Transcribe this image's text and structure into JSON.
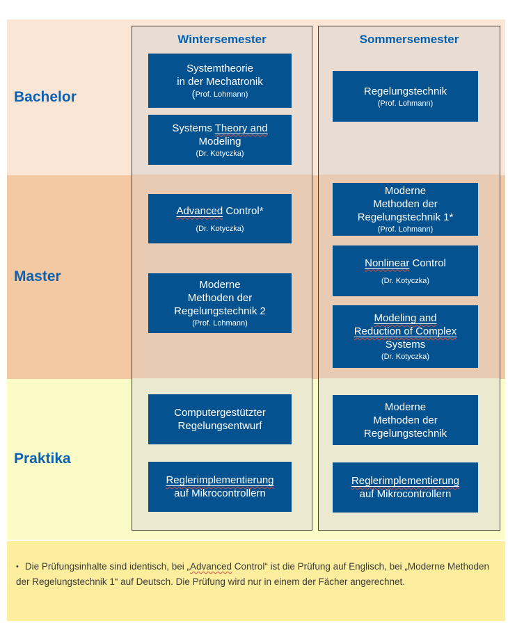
{
  "palette": {
    "course_box_blue": "#04528f",
    "heading_blue": "#0060b2",
    "row_label_blue": "#0b62b4",
    "band_bachelor": "#fbe5d5",
    "band_master": "#f3c9a4",
    "band_praktika": "#fafbc6",
    "column_tint_bachelor": "#e9dcd3",
    "column_tint_master": "#e9cab3",
    "column_tint_praktika": "#ebead1",
    "note_yellow": "#fdee9e",
    "column_border": "#474038",
    "spellcheck_red": "#d94f3f",
    "course_text": "#ffffff"
  },
  "rows": {
    "bachelor": {
      "label": "Bachelor"
    },
    "master": {
      "label": "Master"
    },
    "praktika": {
      "label": "Praktika"
    }
  },
  "columns": {
    "winter": {
      "header": "Wintersemester"
    },
    "summer": {
      "header": "Sommersemester"
    }
  },
  "courses": [
    {
      "id": "w1",
      "semester": "Wintersemester",
      "row": "Bachelor",
      "lines": [
        [
          {
            "t": "Systemtheorie"
          }
        ],
        [
          {
            "t": "in der Mechatronik"
          }
        ]
      ],
      "sub": "(Prof. Lohmann)",
      "sub_big_paren": true
    },
    {
      "id": "w2",
      "semester": "Wintersemester",
      "row": "Bachelor",
      "lines": [
        [
          {
            "t": "Systems "
          },
          {
            "t": "Theory and",
            "u": true
          }
        ],
        [
          {
            "t": "Modeling"
          }
        ]
      ],
      "sub": "(Dr. Kotyczka)"
    },
    {
      "id": "w3",
      "semester": "Wintersemester",
      "row": "Master",
      "lines": [
        [
          {
            "t": "Advanced",
            "u": true
          },
          {
            "t": " Control*"
          }
        ]
      ],
      "sub": "(Dr. Kotyczka)",
      "sub_gap": true
    },
    {
      "id": "w4",
      "semester": "Wintersemester",
      "row": "Master",
      "lines": [
        [
          {
            "t": "Moderne"
          }
        ],
        [
          {
            "t": "Methoden der"
          }
        ],
        [
          {
            "t": "Regelungstechnik 2"
          }
        ]
      ],
      "sub": "(Prof. Lohmann)"
    },
    {
      "id": "w5",
      "semester": "Wintersemester",
      "row": "Praktika",
      "lines": [
        [
          {
            "t": "Computergestützter"
          }
        ],
        [
          {
            "t": "Regelungsentwurf"
          }
        ]
      ]
    },
    {
      "id": "w6",
      "semester": "Wintersemester",
      "row": "Praktika",
      "lines": [
        [
          {
            "t": "Reglerimplementierung",
            "u": true
          }
        ],
        [
          {
            "t": "auf Mikrocontrollern"
          }
        ]
      ]
    },
    {
      "id": "s1",
      "semester": "Sommersemester",
      "row": "Bachelor",
      "lines": [
        [
          {
            "t": "Regelungstechnik"
          }
        ]
      ],
      "sub": "(Prof. Lohmann)"
    },
    {
      "id": "s2",
      "semester": "Sommersemester",
      "row": "Master",
      "lines": [
        [
          {
            "t": "Moderne"
          }
        ],
        [
          {
            "t": "Methoden der"
          }
        ],
        [
          {
            "t": "Regelungstechnik 1*"
          }
        ]
      ],
      "sub": "(Prof. Lohmann)"
    },
    {
      "id": "s3",
      "semester": "Sommersemester",
      "row": "Master",
      "lines": [
        [
          {
            "t": "Nonlinear",
            "u": true
          },
          {
            "t": " Control"
          }
        ]
      ],
      "sub": "(Dr. Kotyczka)",
      "sub_gap": true
    },
    {
      "id": "s4",
      "semester": "Sommersemester",
      "row": "Master",
      "lines": [
        [
          {
            "t": "Modeling and",
            "u": true
          }
        ],
        [
          {
            "t": "Reduction of Complex",
            "u": true
          }
        ],
        [
          {
            "t": "Systems"
          }
        ]
      ],
      "sub": "(Dr. Kotyczka)"
    },
    {
      "id": "s5",
      "semester": "Sommersemester",
      "row": "Praktika",
      "lines": [
        [
          {
            "t": "Moderne"
          }
        ],
        [
          {
            "t": "Methoden der"
          }
        ],
        [
          {
            "t": "Regelungstechnik"
          }
        ]
      ]
    },
    {
      "id": "s6",
      "semester": "Sommersemester",
      "row": "Praktika",
      "lines": [
        [
          {
            "t": "Reglerimplementierung",
            "u": true
          }
        ],
        [
          {
            "t": "auf Mikrocontrollern"
          }
        ]
      ]
    }
  ],
  "note": {
    "bullet": "•",
    "segments": [
      {
        "t": "Die Prüfungsinhalte sind identisch, bei „"
      },
      {
        "t": "Advanced",
        "sq": true
      },
      {
        "t": " Control“ ist die Prüfung auf Englisch, bei „Moderne Methoden der Regelungstechnik 1“ auf Deutsch. Die Prüfung wird nur in einem der Fächer angerechnet."
      }
    ]
  }
}
